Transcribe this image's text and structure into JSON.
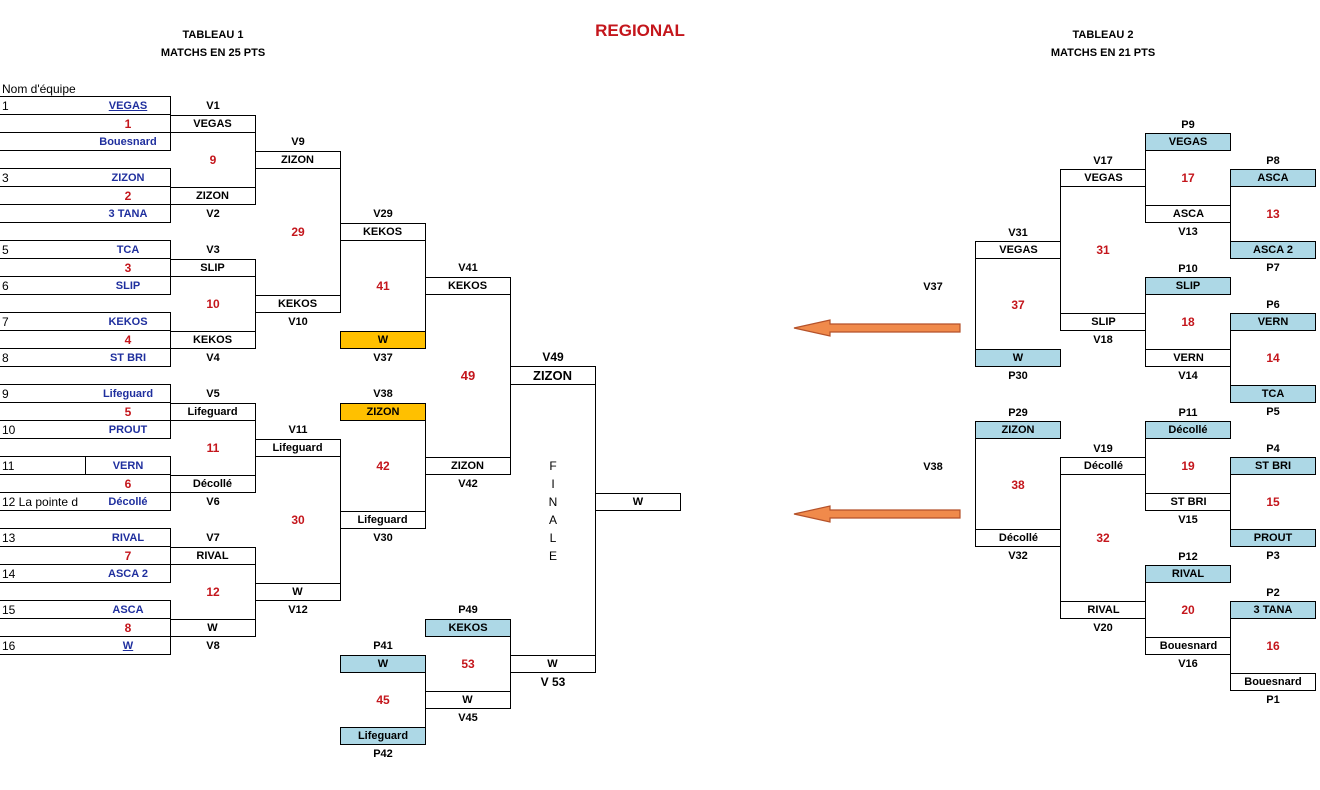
{
  "title": "REGIONAL",
  "tableau1": {
    "line1": "TABLEAU 1",
    "line2": "MATCHS EN 25 PTS"
  },
  "tableau2": {
    "line1": "TABLEAU 2",
    "line2": "MATCHS EN 21 PTS"
  },
  "team_header": "Nom d'équipe",
  "seeds": [
    {
      "n": "1",
      "team": "VEGAS"
    },
    {
      "n": "",
      "team": "Bouesnard"
    },
    {
      "n": "3",
      "team": "ZIZON"
    },
    {
      "n": "",
      "team": "3 TANA"
    },
    {
      "n": "5",
      "team": "TCA"
    },
    {
      "n": "6",
      "team": "SLIP"
    },
    {
      "n": "7",
      "team": "KEKOS"
    },
    {
      "n": "8",
      "team": "ST BRI"
    },
    {
      "n": "9",
      "team": "Lifeguard"
    },
    {
      "n": "10",
      "team": "PROUT"
    },
    {
      "n": "11",
      "team": "VERN"
    },
    {
      "n": "12 La pointe d",
      "team": "Décollé"
    },
    {
      "n": "13",
      "team": "RIVAL"
    },
    {
      "n": "14",
      "team": "ASCA 2"
    },
    {
      "n": "15",
      "team": "ASCA"
    },
    {
      "n": "16",
      "team": "W"
    }
  ],
  "r1_winners": [
    "VEGAS",
    "ZIZON",
    "SLIP",
    "KEKOS",
    "Lifeguard",
    "Décollé",
    "RIVAL",
    "W"
  ],
  "r1_labels": [
    "V1",
    "V2",
    "V3",
    "V4",
    "V5",
    "V6",
    "V7",
    "V8"
  ],
  "r1_nums": [
    "1",
    "2",
    "3",
    "4",
    "5",
    "6",
    "7",
    "8"
  ],
  "r2_nums": [
    "9",
    "10",
    "11",
    "12"
  ],
  "r2_winners": [
    "ZIZON",
    "KEKOS",
    "Lifeguard",
    "W"
  ],
  "r2_labels": [
    "V9",
    "V10",
    "V11",
    "V12"
  ],
  "r3": {
    "v29": "V29",
    "kekos": "KEKOS",
    "n29": "29",
    "n41": "41",
    "w37": "W",
    "v37": "V37",
    "v38": "V38",
    "zizon38": "ZIZON",
    "n30": "30",
    "n42": "42",
    "life30": "Lifeguard",
    "v30": "V30"
  },
  "r4": {
    "v41": "V41",
    "kekos41": "KEKOS",
    "n49": "49",
    "zizon42": "ZIZON",
    "v42": "V42",
    "v49": "V49",
    "zizon49": "ZIZON",
    "finale": [
      "F",
      "I",
      "N",
      "A",
      "L",
      "E"
    ],
    "final_w": "W"
  },
  "petite": {
    "p49": "P49",
    "kekos": "KEKOS",
    "p41": "P41",
    "w41": "W",
    "n53": "53",
    "w53": "W",
    "v53": "V 53",
    "n45": "45",
    "w45": "W",
    "v45": "V45",
    "life42": "Lifeguard",
    "p42": "P42"
  },
  "right": {
    "v37": "V37",
    "v38": "V38",
    "p9": "P9",
    "vegas9": "VEGAS",
    "v17": "V17",
    "vegas17": "VEGAS",
    "n17": "17",
    "p8": "P8",
    "asca8": "ASCA",
    "asca13": "ASCA",
    "n13": "13",
    "v13": "V13",
    "v31": "V31",
    "vegas31": "VEGAS",
    "n31": "31",
    "asca2": "ASCA 2",
    "p7": "P7",
    "p10": "P10",
    "slip10": "SLIP",
    "p6": "P6",
    "vern6": "VERN",
    "n37": "37",
    "slip18": "SLIP",
    "n18": "18",
    "v18": "V18",
    "w30": "W",
    "p30": "P30",
    "vern14": "VERN",
    "n14": "14",
    "v14": "V14",
    "tca": "TCA",
    "p5": "P5",
    "p29": "P29",
    "zizon29": "ZIZON",
    "p11": "P11",
    "decolle11": "Décollé",
    "v19": "V19",
    "decolle19": "Décollé",
    "n19": "19",
    "p4": "P4",
    "stbri4": "ST BRI",
    "n38": "38",
    "stbri15": "ST BRI",
    "n15": "15",
    "v15": "V15",
    "decolle32": "Décollé",
    "v32": "V32",
    "n32": "32",
    "prout": "PROUT",
    "p3": "P3",
    "p12": "P12",
    "rival12": "RIVAL",
    "p2": "P2",
    "tana2": "3 TANA",
    "rival20": "RIVAL",
    "n20": "20",
    "v20": "V20",
    "bouesnard16": "Bouesnard",
    "n16": "16",
    "v16": "V16",
    "bouesnard1": "Bouesnard",
    "p1": "P1"
  },
  "colors": {
    "title": "#c4161c",
    "team_blue": "#1f2f9e",
    "score_red": "#c4161c",
    "light_blue": "#add8e6",
    "orange": "#ffc000",
    "arrow": "#f08a4b"
  }
}
